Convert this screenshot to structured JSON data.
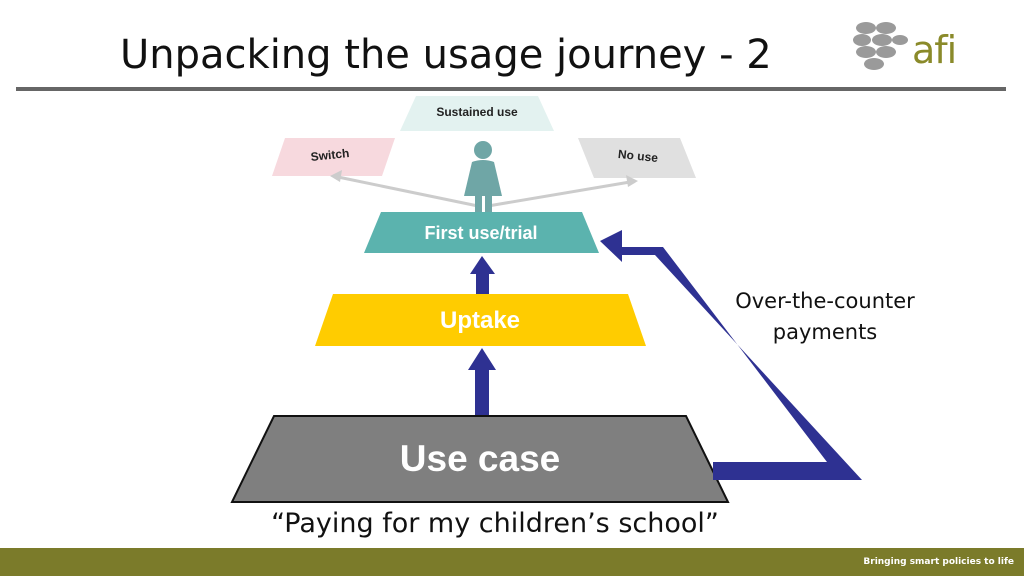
{
  "slide": {
    "title": "Unpacking the usage journey - 2",
    "logo_text": "afi",
    "footer_text": "Bringing smart policies to life"
  },
  "diagram": {
    "levels": {
      "sustained": "Sustained use",
      "switch": "Switch",
      "no_use": "No use",
      "first_use": "First use/trial",
      "uptake": "Uptake",
      "use_case": "Use case"
    },
    "side_note": "Over-the-counter payments",
    "quote": "“Paying for my children’s school”"
  },
  "colors": {
    "sustained": "#e3f2f0",
    "switch": "#f7d9de",
    "no_use": "#e0e0e0",
    "first_use": "#5bb3ae",
    "uptake": "#ffcc00",
    "use_case": "#7f7f7f",
    "arrow": "#2e3192",
    "footer": "#7b7b2a",
    "person": "#6fa6a6"
  }
}
